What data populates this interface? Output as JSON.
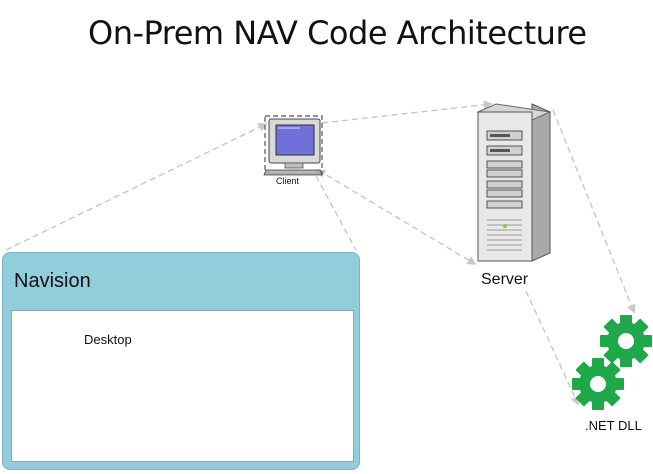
{
  "title": "On-Prem NAV Code Architecture",
  "nodes": {
    "client": {
      "label": "Client",
      "icon": "computer-icon"
    },
    "server": {
      "label": "Server",
      "icon": "server-icon"
    },
    "dll": {
      "label": ".NET DLL",
      "icon": "gears-icon"
    }
  },
  "navision": {
    "title": "Navision",
    "content_label": "Desktop"
  },
  "colors": {
    "window_frame": "#92cddb",
    "gear": "#1fa84a",
    "connector": "#bfbfbf",
    "screen": "#6f70d8"
  }
}
